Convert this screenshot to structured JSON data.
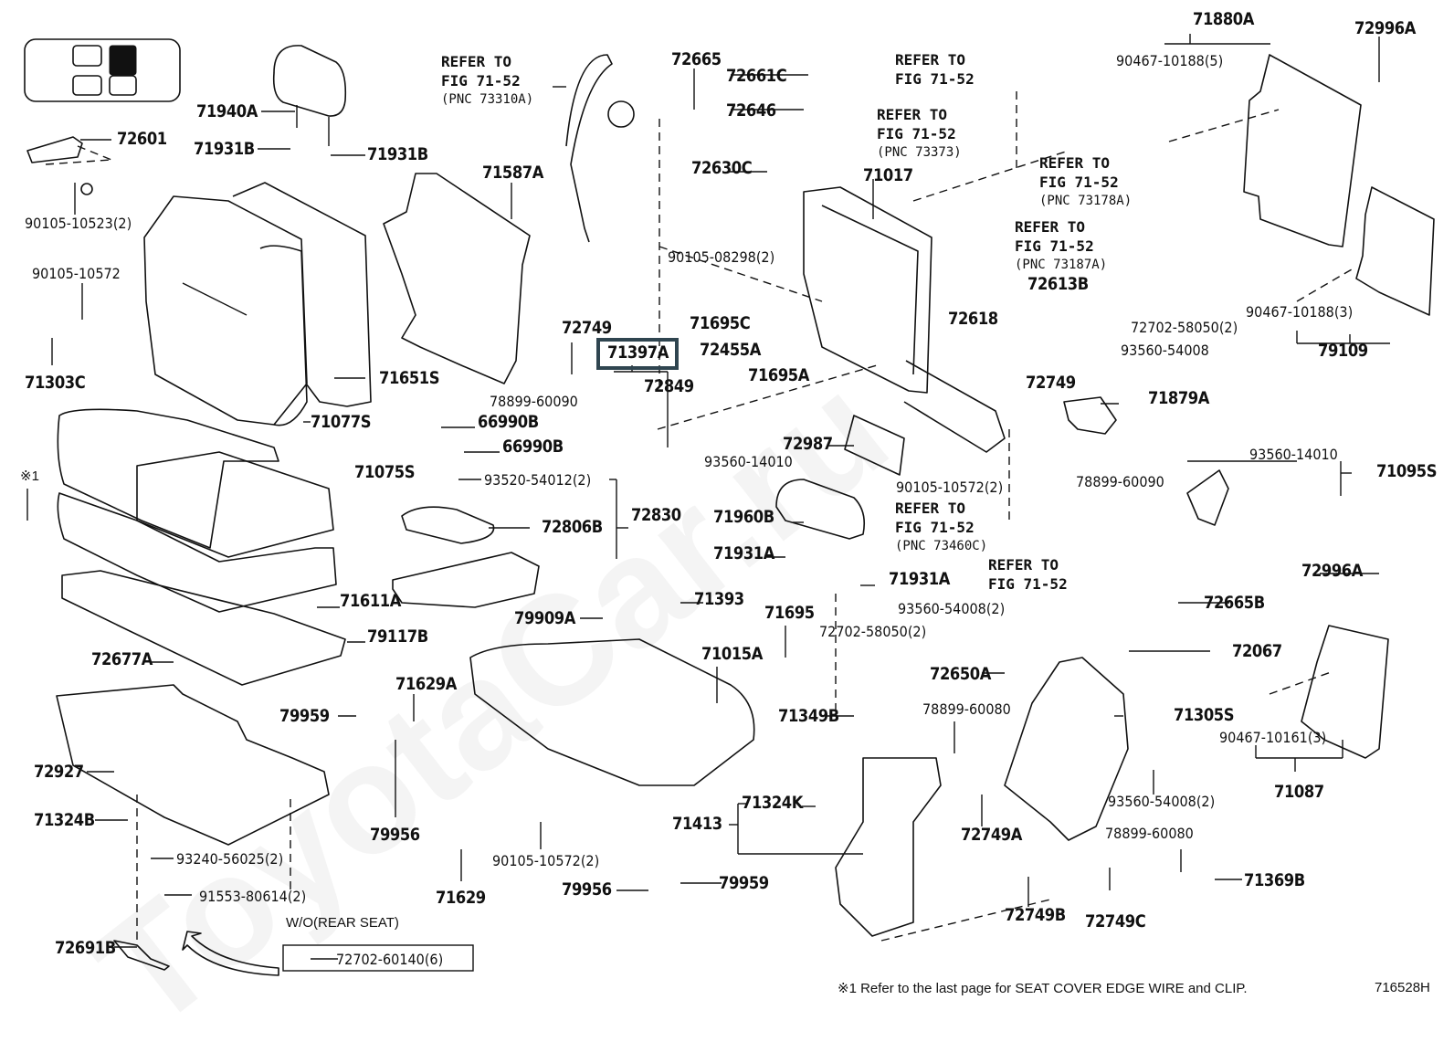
{
  "diagram": {
    "figure_id": "716528H",
    "watermark": "ToyotaCar.ru",
    "footnote": "※1 Refer to the last page for SEAT COVER EDGE WIRE and CLIP.",
    "footnote_marker": "※1",
    "highlighted_part": "71397A",
    "highlight_color": "#2f4550",
    "locator_icon": "seat-position-locator-icon",
    "variant_note": "W/O(REAR SEAT)",
    "refer_notes": [
      {
        "line1": "REFER TO",
        "line2": "FIG 71-52",
        "pnc": "(PNC 73310A)"
      },
      {
        "line1": "REFER TO",
        "line2": "FIG 71-52",
        "pnc": ""
      },
      {
        "line1": "REFER TO",
        "line2": "FIG 71-52",
        "pnc": "(PNC 73373)"
      },
      {
        "line1": "REFER TO",
        "line2": "FIG 71-52",
        "pnc": "(PNC 73178A)"
      },
      {
        "line1": "REFER TO",
        "line2": "FIG 71-52",
        "pnc": "(PNC 73187A)"
      },
      {
        "line1": "REFER TO",
        "line2": "FIG 71-52",
        "pnc": "(PNC 73460C)"
      },
      {
        "line1": "REFER TO",
        "line2": "FIG 71-52",
        "pnc": ""
      }
    ],
    "parts": [
      "71940A",
      "72601",
      "71931B",
      "71931B",
      "90105-10523(2)",
      "72665",
      "72661C",
      "72646",
      "72630C",
      "71017",
      "90105-08298(2)",
      "71587A",
      "71880A",
      "72996A",
      "90467-10188(5)",
      "90105-10572",
      "71303C",
      "71651S",
      "71077S",
      "71075S",
      "72749",
      "71397A",
      "72849",
      "78899-60090",
      "71695C",
      "72455A",
      "71695A",
      "72613B",
      "72618",
      "72702-58050(2)",
      "93560-54008",
      "90467-10188(3)",
      "79109",
      "66990B",
      "66990B",
      "93520-54012(2)",
      "72806B",
      "72830",
      "93560-14010",
      "72987",
      "90105-10572(2)",
      "72749",
      "71879A",
      "78899-60090",
      "93560-14010",
      "71095S",
      "71960B",
      "71931A",
      "71931A",
      "71611A",
      "79117B",
      "72677A",
      "79909A",
      "71393",
      "71695",
      "71015A",
      "93560-54008(2)",
      "72702-58050(2)",
      "72665B",
      "72996A",
      "72067",
      "72650A",
      "71305S",
      "71349B",
      "78899-60080",
      "90467-10161(3)",
      "71087",
      "71629A",
      "79959",
      "72927",
      "79956",
      "71324B",
      "93240-56025(2)",
      "91553-80614(2)",
      "72691B",
      "72702-60140(6)",
      "71629",
      "90105-10572(2)",
      "79956",
      "79959",
      "71413",
      "71324K",
      "72749A",
      "72749B",
      "93560-54008(2)",
      "78899-60080",
      "72749C",
      "71369B"
    ]
  }
}
